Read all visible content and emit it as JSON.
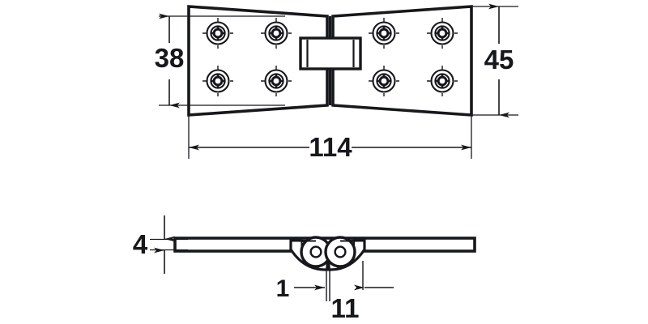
{
  "drawing": {
    "type": "technical-dimension-drawing",
    "subject": "butterfly-hinge",
    "views": [
      {
        "name": "top-view",
        "label": ""
      },
      {
        "name": "side-view",
        "label": ""
      }
    ],
    "line_color": "#17181c",
    "background_color": "#ffffff",
    "fill_color": "#ffffff"
  },
  "dimensions": {
    "height_inner": "38",
    "height_outer": "45",
    "width_overall": "114",
    "thickness": "4",
    "gap": "1",
    "knuckle_width": "11"
  },
  "top_view": {
    "screw_holes_count": 8,
    "leaves": 2,
    "center_knuckle": "center-knuckle-rectangle"
  },
  "side_view": {
    "knuckles": 2,
    "plate": "flat-plate"
  }
}
